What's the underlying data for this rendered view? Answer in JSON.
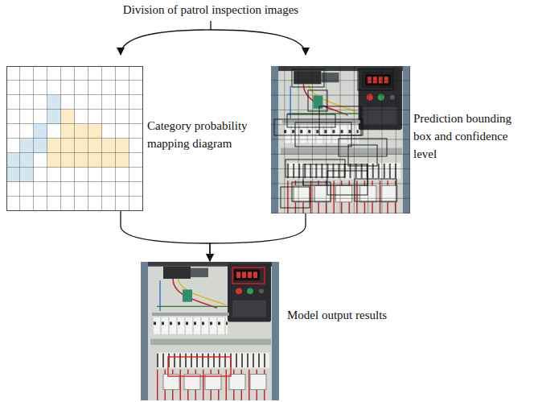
{
  "diagram": {
    "nodes": [
      {
        "text": [
          "Category probability mapping diagram"
        ]
      },
      {
        "text": [
          "Prediction bounding box and confidence level"
        ]
      },
      {
        "text": [
          "Model output results"
        ]
      }
    ],
    "edges": [
      {
        "from": 0,
        "to": 2,
        "arrow": "to"
      },
      {
        "from": 1,
        "to": 2,
        "arrow": "to"
      }
    ],
    "labels": [
      "Division of patrol inspection images"
    ]
  }
}
